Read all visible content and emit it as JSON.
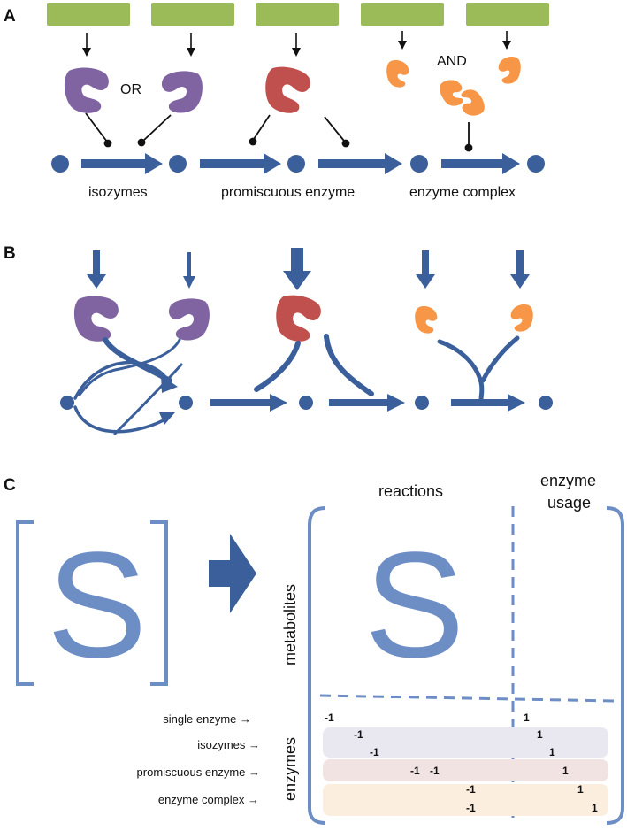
{
  "colors": {
    "green": "#9bbb59",
    "purple": "#8064a2",
    "red": "#c0504d",
    "orange": "#f79646",
    "blue": "#3b5f9b",
    "light_blue": "#6d8dc5",
    "isozyme_band": "#e9e8f1",
    "promiscuous_band": "#f2e3e3",
    "complex_band": "#fbeede"
  },
  "panel_a": {
    "label": "A",
    "or_label": "OR",
    "and_label": "AND",
    "caption_isozymes": "isozymes",
    "caption_promiscuous": "promiscuous enzyme",
    "caption_complex": "enzyme complex"
  },
  "panel_b": {
    "label": "B"
  },
  "panel_c": {
    "label": "C",
    "s_symbol": "S",
    "s_symbol_expanded": "S",
    "header_reactions": "reactions",
    "header_enzyme_line1": "enzyme",
    "header_enzyme_line2": "usage",
    "axis_metabolites": "metabolites",
    "axis_enzymes": "enzymes",
    "row_labels": [
      "single enzyme →",
      "isozymes →",
      "promiscuous enzyme →",
      "enzyme complex →"
    ],
    "matrix_entries": [
      {
        "row": 1,
        "reactions": [
          "-1"
        ],
        "usage": "1"
      },
      {
        "row": 2,
        "reactions": [
          "-1"
        ],
        "usage": "1"
      },
      {
        "row": 3,
        "reactions": [
          "-1"
        ],
        "usage": "1"
      },
      {
        "row": 4,
        "reactions": [
          "-1",
          "-1"
        ],
        "usage": "1"
      },
      {
        "row": 5,
        "reactions": [
          "-1"
        ],
        "usage": "1"
      },
      {
        "row": 6,
        "reactions": [
          "-1"
        ],
        "usage": "1"
      }
    ]
  }
}
